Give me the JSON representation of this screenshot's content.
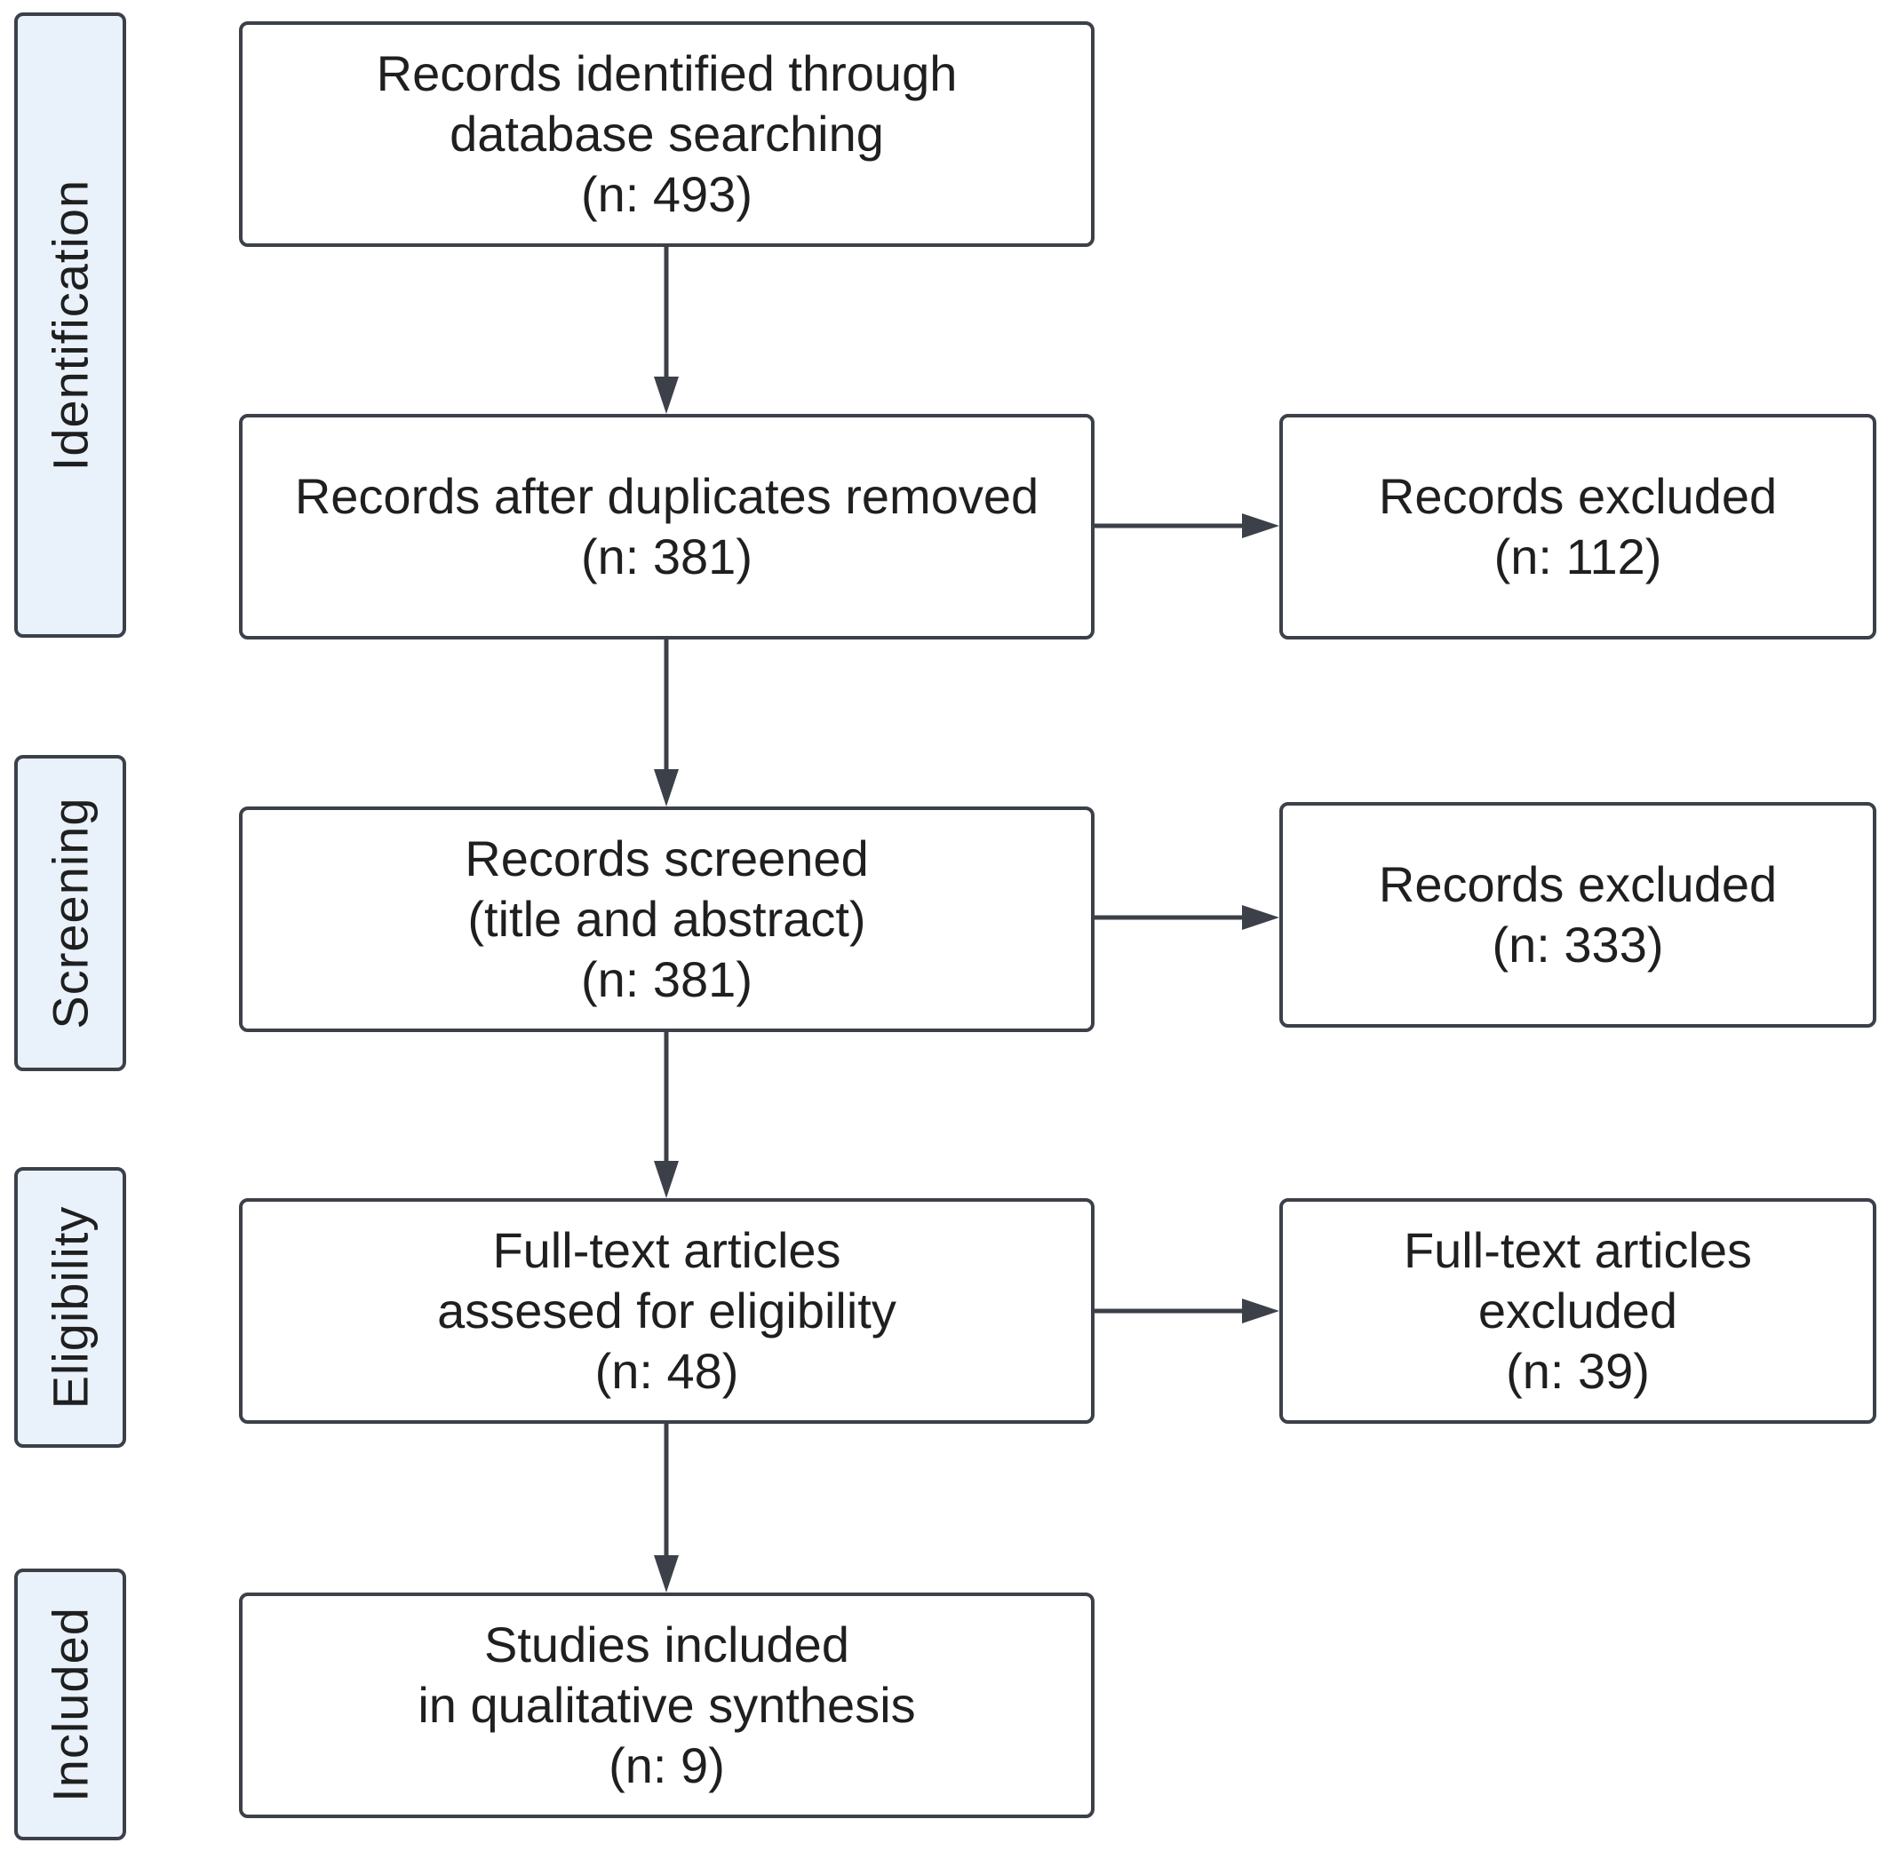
{
  "stages": {
    "identification": "Identification",
    "screening": "Screening",
    "eligibility": "Eligibility",
    "included": "Included"
  },
  "boxes": {
    "identified": "Records identified through\ndatabase searching\n(n: 493)",
    "after_duplicates": "Records after duplicates removed\n(n: 381)",
    "excluded_duplicates": "Records excluded\n(n: 112)",
    "screened": "Records screened\n(title and abstract)\n(n: 381)",
    "excluded_screening": "Records excluded\n(n: 333)",
    "fulltext_assessed": "Full-text articles\nassesed for eligibility\n(n: 48)",
    "fulltext_excluded": "Full-text articles\nexcluded\n(n: 39)",
    "included_studies": "Studies included\nin qualitative synthesis\n(n: 9)"
  },
  "colors": {
    "stage_fill": "#e9f1fb",
    "border": "#3c4048",
    "arrow": "#3c4048"
  }
}
